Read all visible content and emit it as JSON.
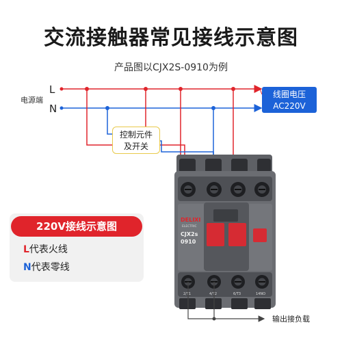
{
  "title": "交流接触器常见接线示意图",
  "subtitle": "产品图以CJX2S-0910为例",
  "power": {
    "label": "电源端",
    "line_l": "L",
    "line_n": "N"
  },
  "coil_voltage": {
    "line1": "线圈电压",
    "line2": "AC220V"
  },
  "control_element": {
    "line1": "控制元件",
    "line2": "及开关"
  },
  "device": {
    "brand": "DELIXI",
    "brand_sub": "ELECTRIC",
    "model": "CJX2s",
    "model_code": "0910",
    "bottom_terminals": [
      "2/T1",
      "4/T2",
      "6/T3",
      "14NO"
    ]
  },
  "output_label": "输出接负载",
  "legend": {
    "header": "220V接线示意图",
    "row_l_key": "L",
    "row_l_text": "代表火线",
    "row_n_key": "N",
    "row_n_text": "代表零线"
  },
  "colors": {
    "live": "#e0242b",
    "neutral": "#1c62d8",
    "body": "#6b6d72",
    "accent": "#e0242b"
  }
}
